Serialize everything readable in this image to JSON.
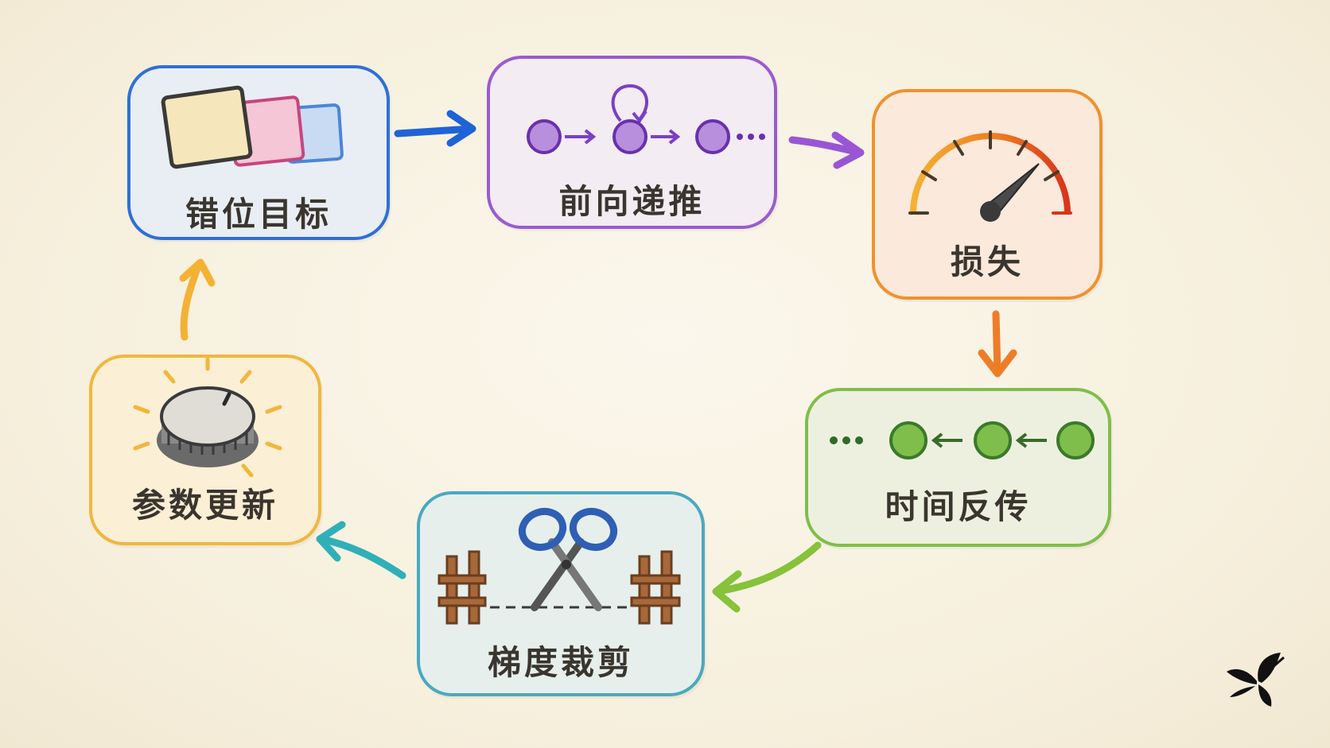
{
  "diagram": {
    "type": "cycle",
    "nodes": [
      {
        "id": "misaligned-target",
        "label": "错位目标",
        "color": "#2f6fd8",
        "fill": "#e9eef5",
        "icon": "stacked-cards-icon"
      },
      {
        "id": "forward-unroll",
        "label": "前向递推",
        "color": "#9a5bd0",
        "fill": "#f3ecf3",
        "icon": "recurrent-chain-icon"
      },
      {
        "id": "loss",
        "label": "损失",
        "color": "#f0912e",
        "fill": "#fbe9dc",
        "icon": "gauge-icon"
      },
      {
        "id": "backprop-through-time",
        "label": "时间反传",
        "color": "#7fbe4a",
        "fill": "#eef0df",
        "icon": "backward-chain-icon"
      },
      {
        "id": "gradient-clipping",
        "label": "梯度裁剪",
        "color": "#4aa9c0",
        "fill": "#e6efec",
        "icon": "scissors-fence-icon"
      },
      {
        "id": "parameter-update",
        "label": "参数更新",
        "color": "#f2b63a",
        "fill": "#fbefd6",
        "icon": "knob-icon"
      }
    ],
    "edges": [
      {
        "from": "misaligned-target",
        "to": "forward-unroll",
        "color": "#1f63d6"
      },
      {
        "from": "forward-unroll",
        "to": "loss",
        "color": "#9a55d4"
      },
      {
        "from": "loss",
        "to": "backprop-through-time",
        "color": "#ee7d28"
      },
      {
        "from": "backprop-through-time",
        "to": "gradient-clipping",
        "color": "#86c23a"
      },
      {
        "from": "gradient-clipping",
        "to": "parameter-update",
        "color": "#2fb0b8"
      },
      {
        "from": "parameter-update",
        "to": "misaligned-target",
        "color": "#f3b234"
      }
    ]
  },
  "logo": {
    "icon": "butterfly-icon"
  }
}
